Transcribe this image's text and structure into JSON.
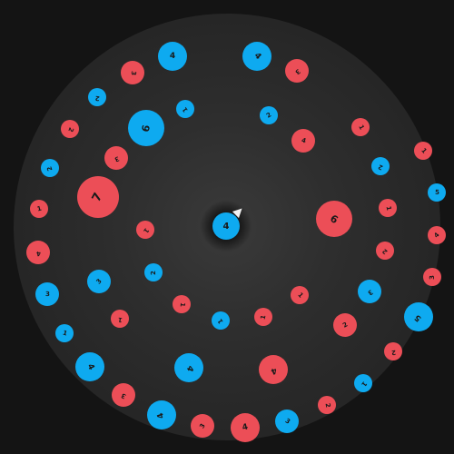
{
  "colors": {
    "background": "#141414",
    "arena": "#2e2e2e",
    "blue": "#0eaaf0",
    "red": "#ec4e57",
    "aim_arrow": "#f2f2f2"
  },
  "player": {
    "value": "4",
    "color": "blue"
  },
  "orbs": [
    {
      "color": "blue",
      "value": "4",
      "size": "m"
    },
    {
      "color": "blue",
      "value": "4",
      "size": "m"
    },
    {
      "color": "red",
      "value": "3",
      "size": "s"
    },
    {
      "color": "red",
      "value": "3",
      "size": "s"
    },
    {
      "color": "blue",
      "value": "2",
      "size": "xs"
    },
    {
      "color": "blue",
      "value": "1",
      "size": "xs"
    },
    {
      "color": "blue",
      "value": "6",
      "size": "l"
    },
    {
      "color": "blue",
      "value": "2",
      "size": "xs"
    },
    {
      "color": "red",
      "value": "4",
      "size": "s"
    },
    {
      "color": "red",
      "value": "1",
      "size": "xs"
    },
    {
      "color": "red",
      "value": "2",
      "size": "xs"
    },
    {
      "color": "red",
      "value": "3",
      "size": "s"
    },
    {
      "color": "blue",
      "value": "2",
      "size": "xs"
    },
    {
      "color": "blue",
      "value": "2",
      "size": "xs"
    },
    {
      "color": "red",
      "value": "7",
      "size": "xl"
    },
    {
      "color": "red",
      "value": "1",
      "size": "xs"
    },
    {
      "color": "red",
      "value": "6",
      "size": "l"
    },
    {
      "color": "red",
      "value": "1",
      "size": "xs"
    },
    {
      "color": "red",
      "value": "1",
      "size": "xs"
    },
    {
      "color": "red",
      "value": "4",
      "size": "s"
    },
    {
      "color": "red",
      "value": "2",
      "size": "xs"
    },
    {
      "color": "blue",
      "value": "2",
      "size": "xs"
    },
    {
      "color": "blue",
      "value": "3",
      "size": "s"
    },
    {
      "color": "blue",
      "value": "3",
      "size": "s"
    },
    {
      "color": "red",
      "value": "1",
      "size": "xs"
    },
    {
      "color": "red",
      "value": "1",
      "size": "xs"
    },
    {
      "color": "blue",
      "value": "3",
      "size": "s"
    },
    {
      "color": "red",
      "value": "1",
      "size": "xs"
    },
    {
      "color": "blue",
      "value": "1",
      "size": "xs"
    },
    {
      "color": "red",
      "value": "1",
      "size": "xs"
    },
    {
      "color": "red",
      "value": "2",
      "size": "s"
    },
    {
      "color": "blue",
      "value": "1",
      "size": "xs"
    },
    {
      "color": "blue",
      "value": "4",
      "size": "m"
    },
    {
      "color": "blue",
      "value": "4",
      "size": "m"
    },
    {
      "color": "red",
      "value": "4",
      "size": "m"
    },
    {
      "color": "red",
      "value": "3",
      "size": "s"
    },
    {
      "color": "blue",
      "value": "4",
      "size": "m"
    },
    {
      "color": "red",
      "value": "3",
      "size": "s"
    },
    {
      "color": "red",
      "value": "4",
      "size": "m"
    },
    {
      "color": "blue",
      "value": "3",
      "size": "s"
    },
    {
      "color": "red",
      "value": "2",
      "size": "xs"
    },
    {
      "color": "blue",
      "value": "1",
      "size": "xs"
    },
    {
      "color": "red",
      "value": "2",
      "size": "xs"
    },
    {
      "color": "blue",
      "value": "5",
      "size": "m"
    },
    {
      "color": "red",
      "value": "3",
      "size": "xs"
    },
    {
      "color": "red",
      "value": "4",
      "size": "xs"
    },
    {
      "color": "blue",
      "value": "5",
      "size": "xs"
    },
    {
      "color": "red",
      "value": "1",
      "size": "xs"
    }
  ]
}
